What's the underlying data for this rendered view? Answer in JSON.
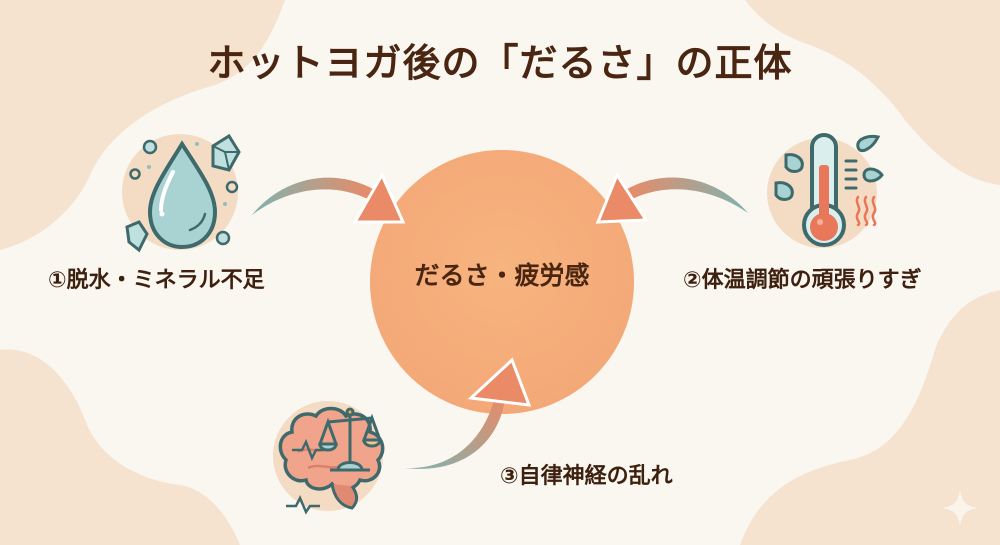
{
  "title": "ホットヨガ後の「だるさ」の正体",
  "center": {
    "label": "だるさ・疲労感",
    "color": "#f4a978"
  },
  "causes": [
    {
      "id": 1,
      "label": "①脱水・ミネラル不足",
      "icon": "water-drop-icon"
    },
    {
      "id": 2,
      "label": "②体温調節の頑張りすぎ",
      "icon": "thermometer-icon"
    },
    {
      "id": 3,
      "label": "③自律神経の乱れ",
      "icon": "brain-balance-icon"
    }
  ],
  "colors": {
    "background": "#faf6f0",
    "blob": "#f5e3cf",
    "title_text": "#4a2612",
    "arrow_start": "#7fb3b0",
    "arrow_end": "#ea8a66",
    "icon_outline": "#3f6a6c",
    "icon_fill": "#a9d2d2"
  },
  "decor": {
    "sparkle": "sparkle-icon"
  }
}
